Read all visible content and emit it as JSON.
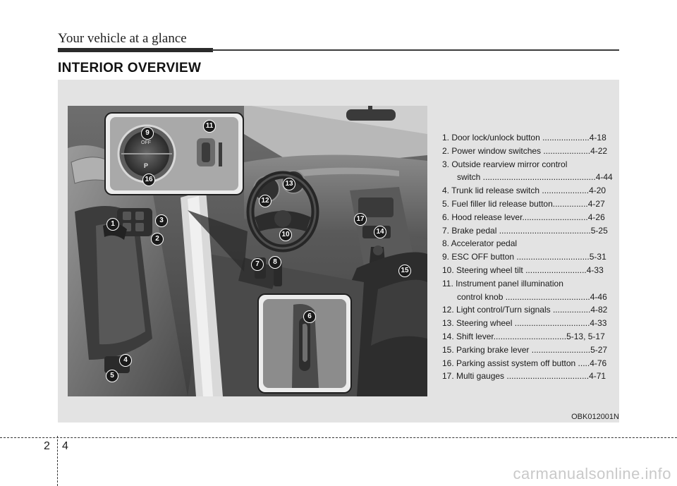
{
  "header": {
    "title": "Your vehicle at a glance"
  },
  "section": {
    "title": "INTERIOR OVERVIEW"
  },
  "figure": {
    "code": "OBK012001N",
    "callouts": [
      "1",
      "2",
      "3",
      "4",
      "5",
      "6",
      "7",
      "8",
      "9",
      "10",
      "11",
      "12",
      "13",
      "14",
      "15",
      "16",
      "17"
    ],
    "overlay_labels": {
      "esc_off": "OFF",
      "park_assist": "P"
    }
  },
  "legend": [
    {
      "text": "1. Door lock/unlock button ....................4-18"
    },
    {
      "text": "2. Power window switches ....................4-22"
    },
    {
      "text": "3. Outside rearview mirror control",
      "text2": "switch ................................................4-44"
    },
    {
      "text": "4. Trunk lid release switch ....................4-20"
    },
    {
      "text": "5. Fuel filler lid release button...............4-27"
    },
    {
      "text": "6. Hood release lever............................4-26"
    },
    {
      "text": "7. Brake pedal .......................................5-25"
    },
    {
      "text": "8. Accelerator pedal"
    },
    {
      "text": "9. ESC OFF button ...............................5-31"
    },
    {
      "text": "10. Steering wheel tilt ..........................4-33"
    },
    {
      "text": "11. Instrument panel illumination",
      "text2": "control knob ....................................4-46"
    },
    {
      "text": "12. Light control/Turn signals ................4-82"
    },
    {
      "text": "13. Steering wheel ................................4-33"
    },
    {
      "text": "14. Shift lever...............................5-13, 5-17"
    },
    {
      "text": "15. Parking brake lever .........................5-27"
    },
    {
      "text": "16. Parking assist system off button .....4-76"
    },
    {
      "text": "17. Multi gauges ...................................4-71"
    }
  ],
  "footer": {
    "section": "2",
    "page": "4"
  },
  "watermark": "carmanualsonline.info"
}
